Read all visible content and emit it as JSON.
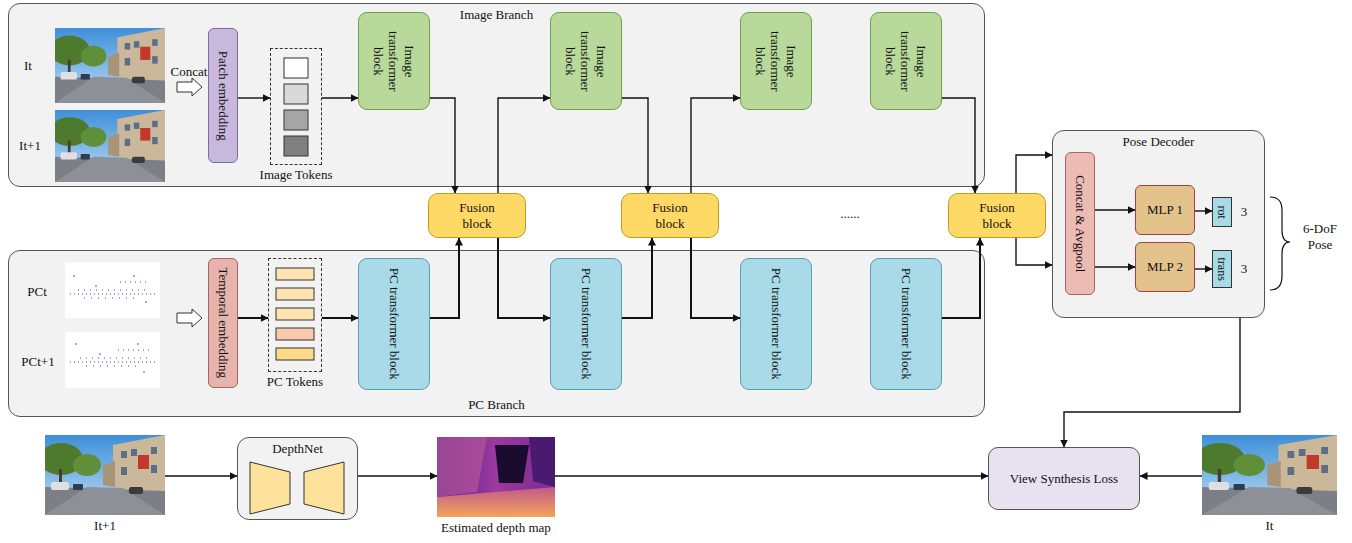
{
  "diagram": {
    "nodes": [
      {
        "text": [
          "Image Branch"
        ]
      },
      {
        "text": [
          "Patch embedding"
        ],
        "in": 0
      },
      {
        "text": [
          "Image Tokens"
        ],
        "in": 0
      },
      {
        "text": [
          "Image transformer block"
        ],
        "in": 0
      },
      {
        "text": [
          "Image transformer block"
        ],
        "in": 0
      },
      {
        "text": [
          "Image transformer block"
        ],
        "in": 0
      },
      {
        "text": [
          "Image transformer block"
        ],
        "in": 0
      },
      {
        "text": [
          "PC Branch"
        ]
      },
      {
        "text": [
          "Temporal embedding"
        ],
        "in": 7
      },
      {
        "text": [
          "PC Tokens"
        ],
        "in": 7
      },
      {
        "text": [
          "PC transformer block"
        ],
        "in": 7
      },
      {
        "text": [
          "PC transformer block"
        ],
        "in": 7
      },
      {
        "text": [
          "PC transformer block"
        ],
        "in": 7
      },
      {
        "text": [
          "PC transformer block"
        ],
        "in": 7
      },
      {
        "text": [
          "Fusion block"
        ]
      },
      {
        "text": [
          "Fusion block"
        ]
      },
      {
        "text": [
          "Fusion block"
        ]
      },
      {
        "text": [
          "Pose Decoder"
        ]
      },
      {
        "text": [
          "Concat & Avgpool"
        ],
        "in": 17
      },
      {
        "text": [
          "MLP 1"
        ],
        "in": 17
      },
      {
        "text": [
          "MLP 2"
        ],
        "in": 17
      },
      {
        "text": [
          "rot"
        ],
        "in": 17
      },
      {
        "text": [
          "trans"
        ],
        "in": 17
      },
      {
        "text": [
          "It+1"
        ]
      },
      {
        "text": [
          "DepthNet"
        ]
      },
      {
        "text": [
          "Estimated depth map"
        ]
      },
      {
        "text": [
          "View Synthesis Loss"
        ]
      },
      {
        "text": [
          "It"
        ]
      }
    ],
    "edges": [
      {
        "from": 1,
        "to": 2,
        "arrow": "to"
      },
      {
        "from": 2,
        "to": 3,
        "arrow": "to"
      },
      {
        "from": 3,
        "to": 14,
        "arrow": "to"
      },
      {
        "from": 14,
        "to": 4,
        "arrow": "to"
      },
      {
        "from": 4,
        "to": 15,
        "arrow": "to"
      },
      {
        "from": 15,
        "to": 5,
        "arrow": "to"
      },
      {
        "from": 6,
        "to": 16,
        "arrow": "to"
      },
      {
        "from": 16,
        "to": 17,
        "arrow": "to"
      },
      {
        "from": 16,
        "to": 17,
        "arrow": "to"
      },
      {
        "from": 8,
        "to": 9,
        "arrow": "to"
      },
      {
        "from": 9,
        "to": 10,
        "arrow": "to"
      },
      {
        "from": 10,
        "to": 14,
        "arrow": "to"
      },
      {
        "from": 14,
        "to": 11,
        "arrow": "to"
      },
      {
        "from": 11,
        "to": 15,
        "arrow": "to"
      },
      {
        "from": 15,
        "to": 12,
        "arrow": "to"
      },
      {
        "from": 13,
        "to": 16,
        "arrow": "to"
      },
      {
        "from": 18,
        "to": 19,
        "arrow": "to"
      },
      {
        "from": 18,
        "to": 20,
        "arrow": "to"
      },
      {
        "from": 19,
        "to": 21,
        "arrow": "to"
      },
      {
        "from": 20,
        "to": 22,
        "arrow": "to"
      },
      {
        "from": 17,
        "to": 26,
        "arrow": "to"
      },
      {
        "from": 23,
        "to": 24,
        "arrow": "to"
      },
      {
        "from": 24,
        "to": 25,
        "arrow": "to"
      },
      {
        "from": 25,
        "to": 26,
        "arrow": "to"
      },
      {
        "from": 27,
        "to": 26,
        "arrow": "to"
      }
    ],
    "labels": [
      "It",
      "It+1",
      "Concat",
      "PCt",
      "PCt+1",
      "......",
      "3",
      "3",
      "6-DoF Pose"
    ]
  }
}
